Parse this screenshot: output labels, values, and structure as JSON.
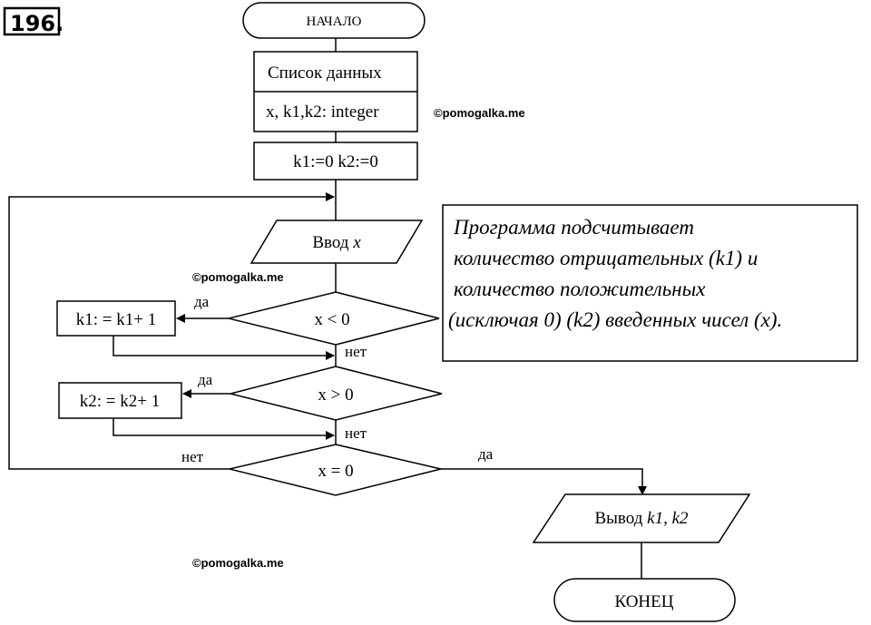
{
  "problem_number": "196.",
  "start": "НАЧАЛО",
  "data_list_title": "Список данных",
  "data_list_vars": "x, k1,k2: integer",
  "init": "k1:=0   k2:=0",
  "input_label": "Ввод",
  "input_var": "x",
  "cond1": "x < 0",
  "cond2": "x > 0",
  "cond3": "x = 0",
  "action1": "k1: = k1+ 1",
  "action2": "k2: = k2+ 1",
  "yes": "да",
  "no": "нет",
  "output_label": "Вывод",
  "output_vars": "k1, k2",
  "end": "КОНЕЦ",
  "description": [
    "Программа подсчитывает",
    "количество отрицательных (k1) и",
    "количество положительных",
    "(исключая 0)  (k2) введенных чисел (x)."
  ],
  "watermark": "©pomogalka.me"
}
